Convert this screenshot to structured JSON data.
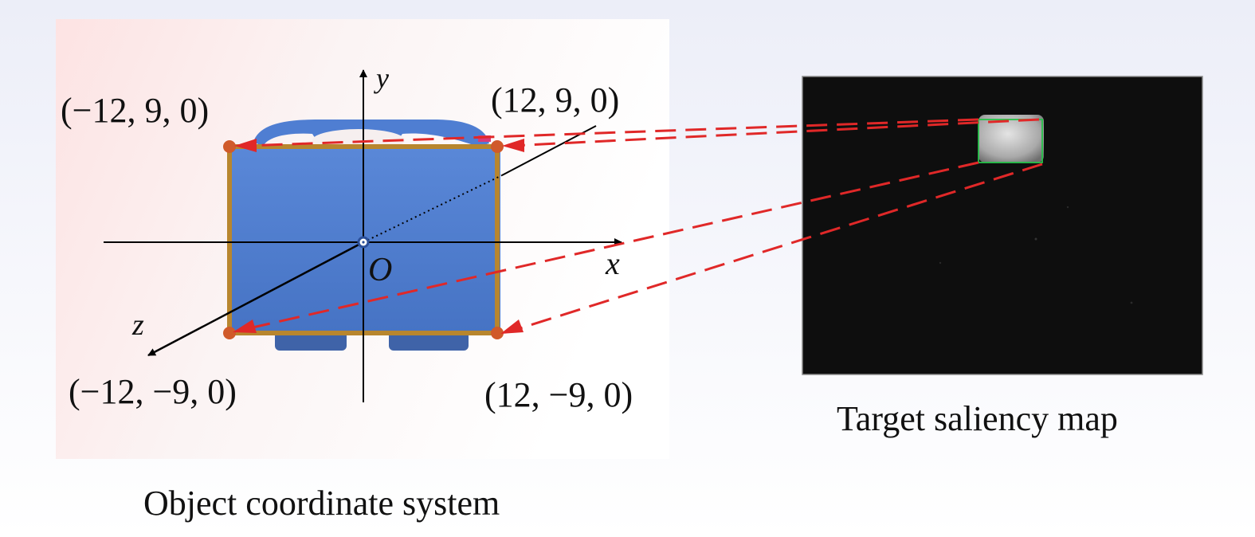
{
  "axes": {
    "x_label": "x",
    "y_label": "y",
    "z_label": "z",
    "origin_label": "O"
  },
  "corners": {
    "top_left": "(−12, 9, 0)",
    "top_right": "(12, 9, 0)",
    "bottom_left": "(−12, −9, 0)",
    "bottom_right": "(12, −9, 0)"
  },
  "captions": {
    "left": "Object coordinate system",
    "right": "Target saliency map"
  },
  "colors": {
    "case_blue": "#4f7fd0",
    "frame_gold": "#b8862e",
    "corner_dot": "#d05a2a",
    "projection_red": "#e02828",
    "saliency_box": "#27c24a"
  }
}
